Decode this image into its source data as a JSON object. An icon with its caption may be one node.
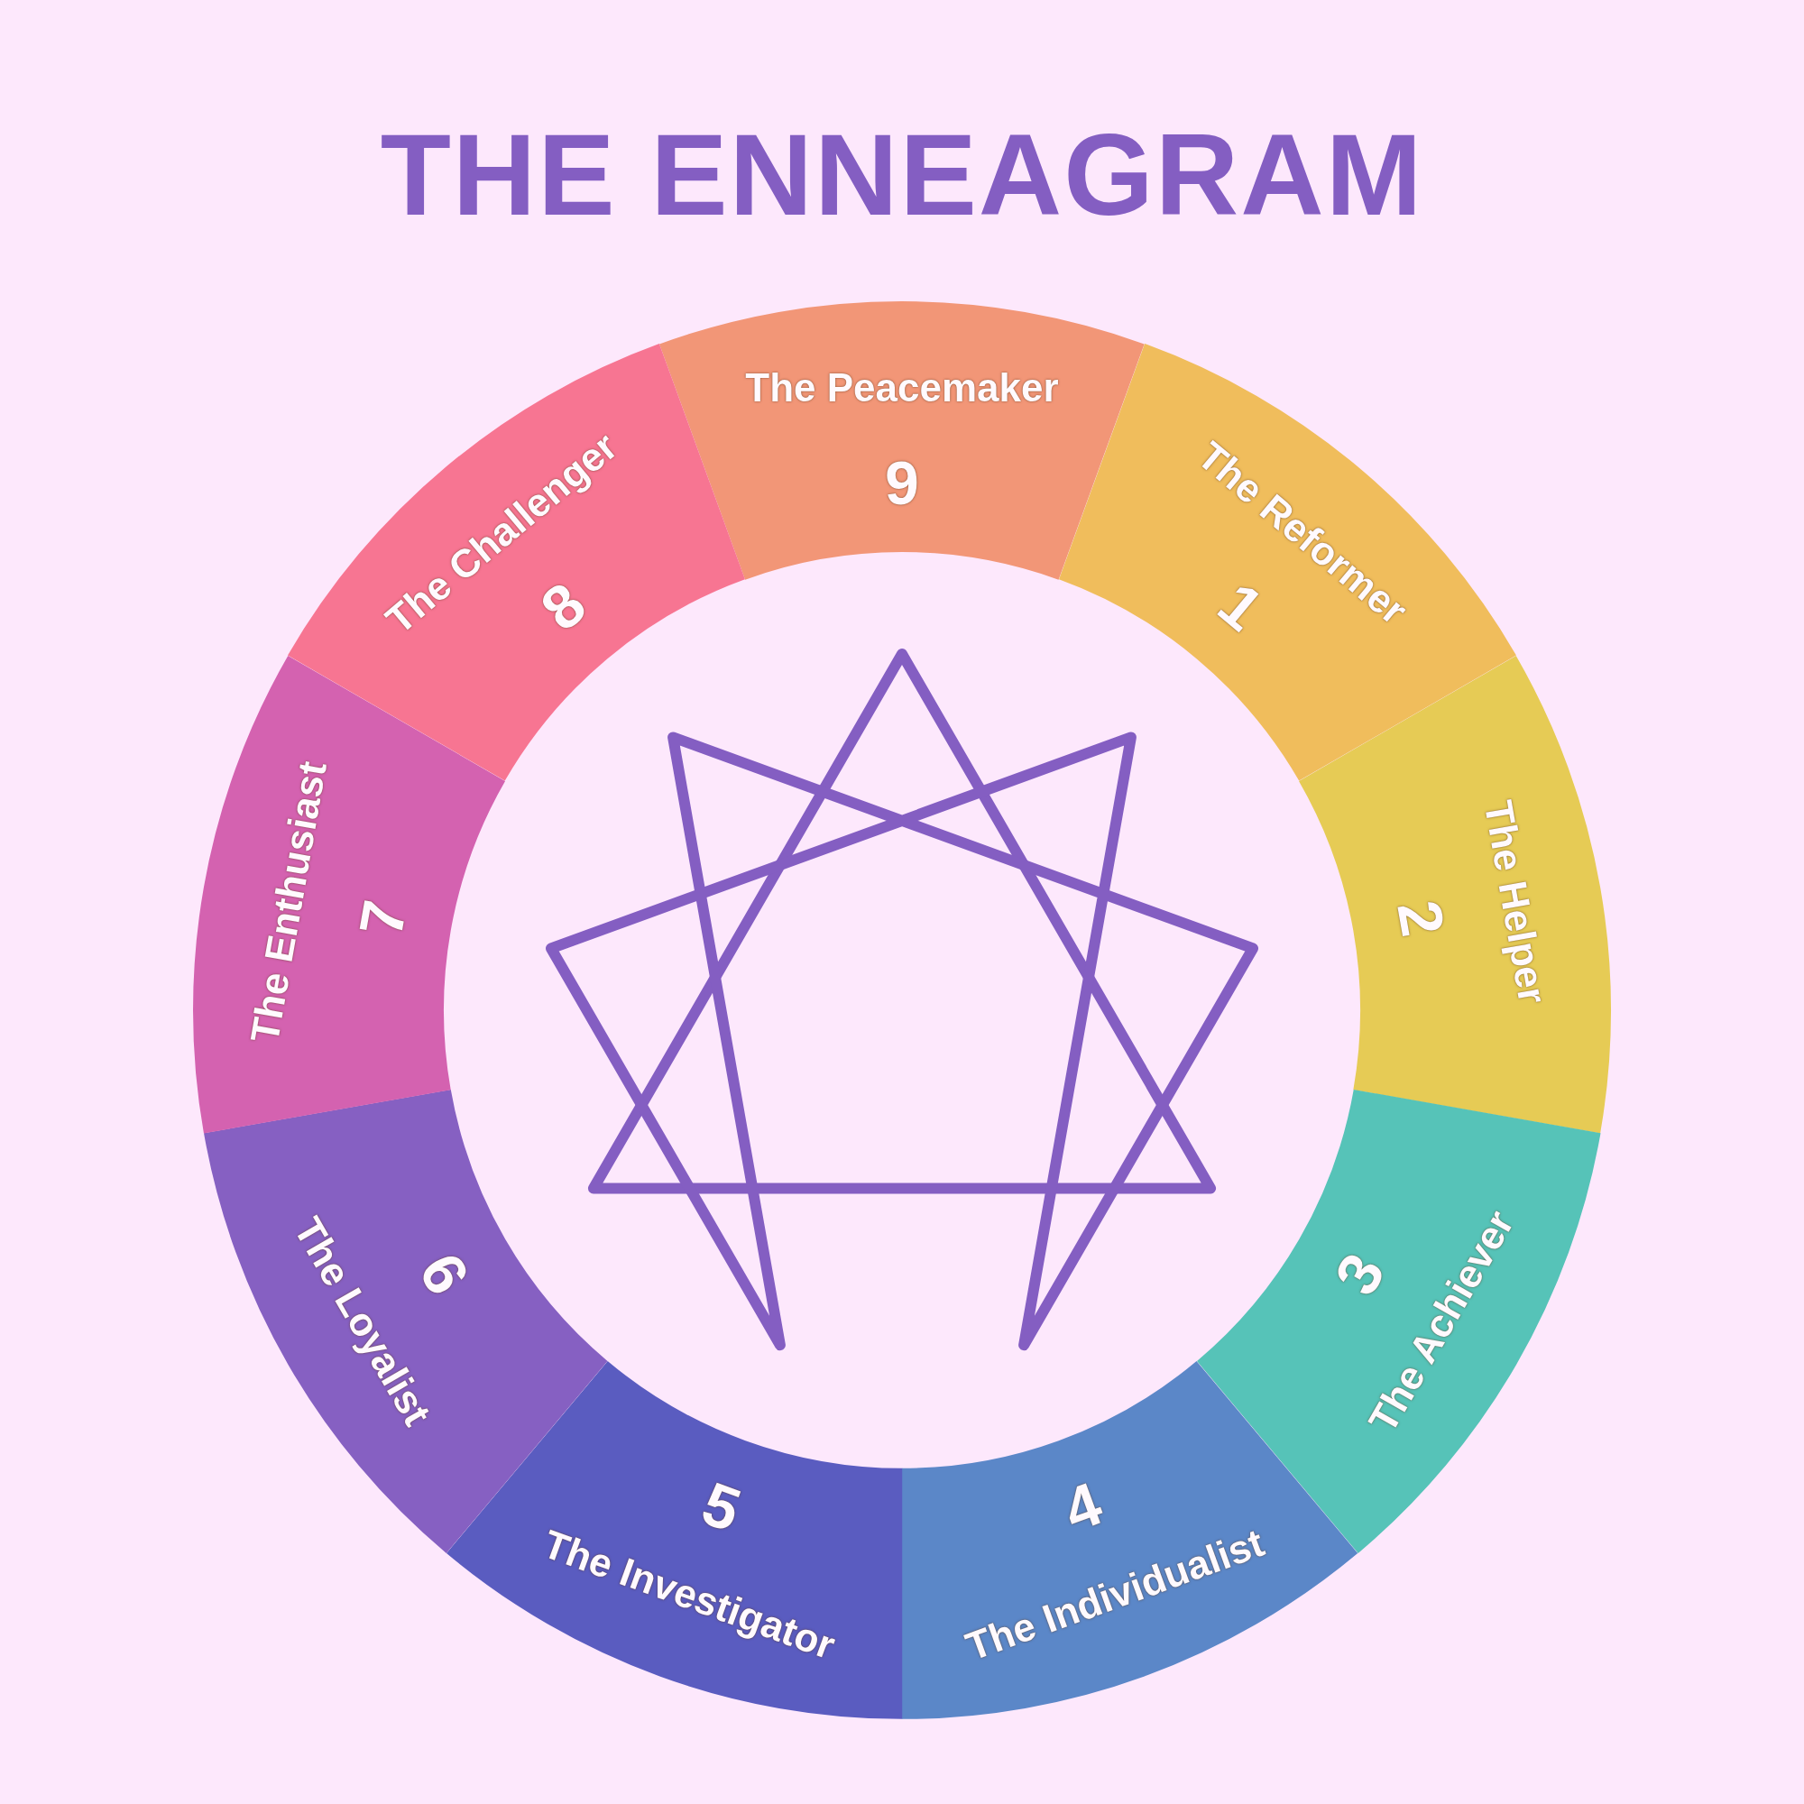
{
  "diagram": {
    "title": "THE ENNEAGRAM",
    "nodes": [
      {
        "text": [
          "The Peacemaker",
          "9"
        ]
      },
      {
        "text": [
          "The Reformer",
          "1"
        ]
      },
      {
        "text": [
          "The Helper",
          "2"
        ]
      },
      {
        "text": [
          "The Achiever",
          "3"
        ]
      },
      {
        "text": [
          "The Individualist",
          "4"
        ]
      },
      {
        "text": [
          "The Investigator",
          "5"
        ]
      },
      {
        "text": [
          "The Loyalist",
          "6"
        ]
      },
      {
        "text": [
          "The Enthusiast",
          "7"
        ]
      },
      {
        "text": [
          "The Challenger",
          "8"
        ]
      }
    ]
  }
}
